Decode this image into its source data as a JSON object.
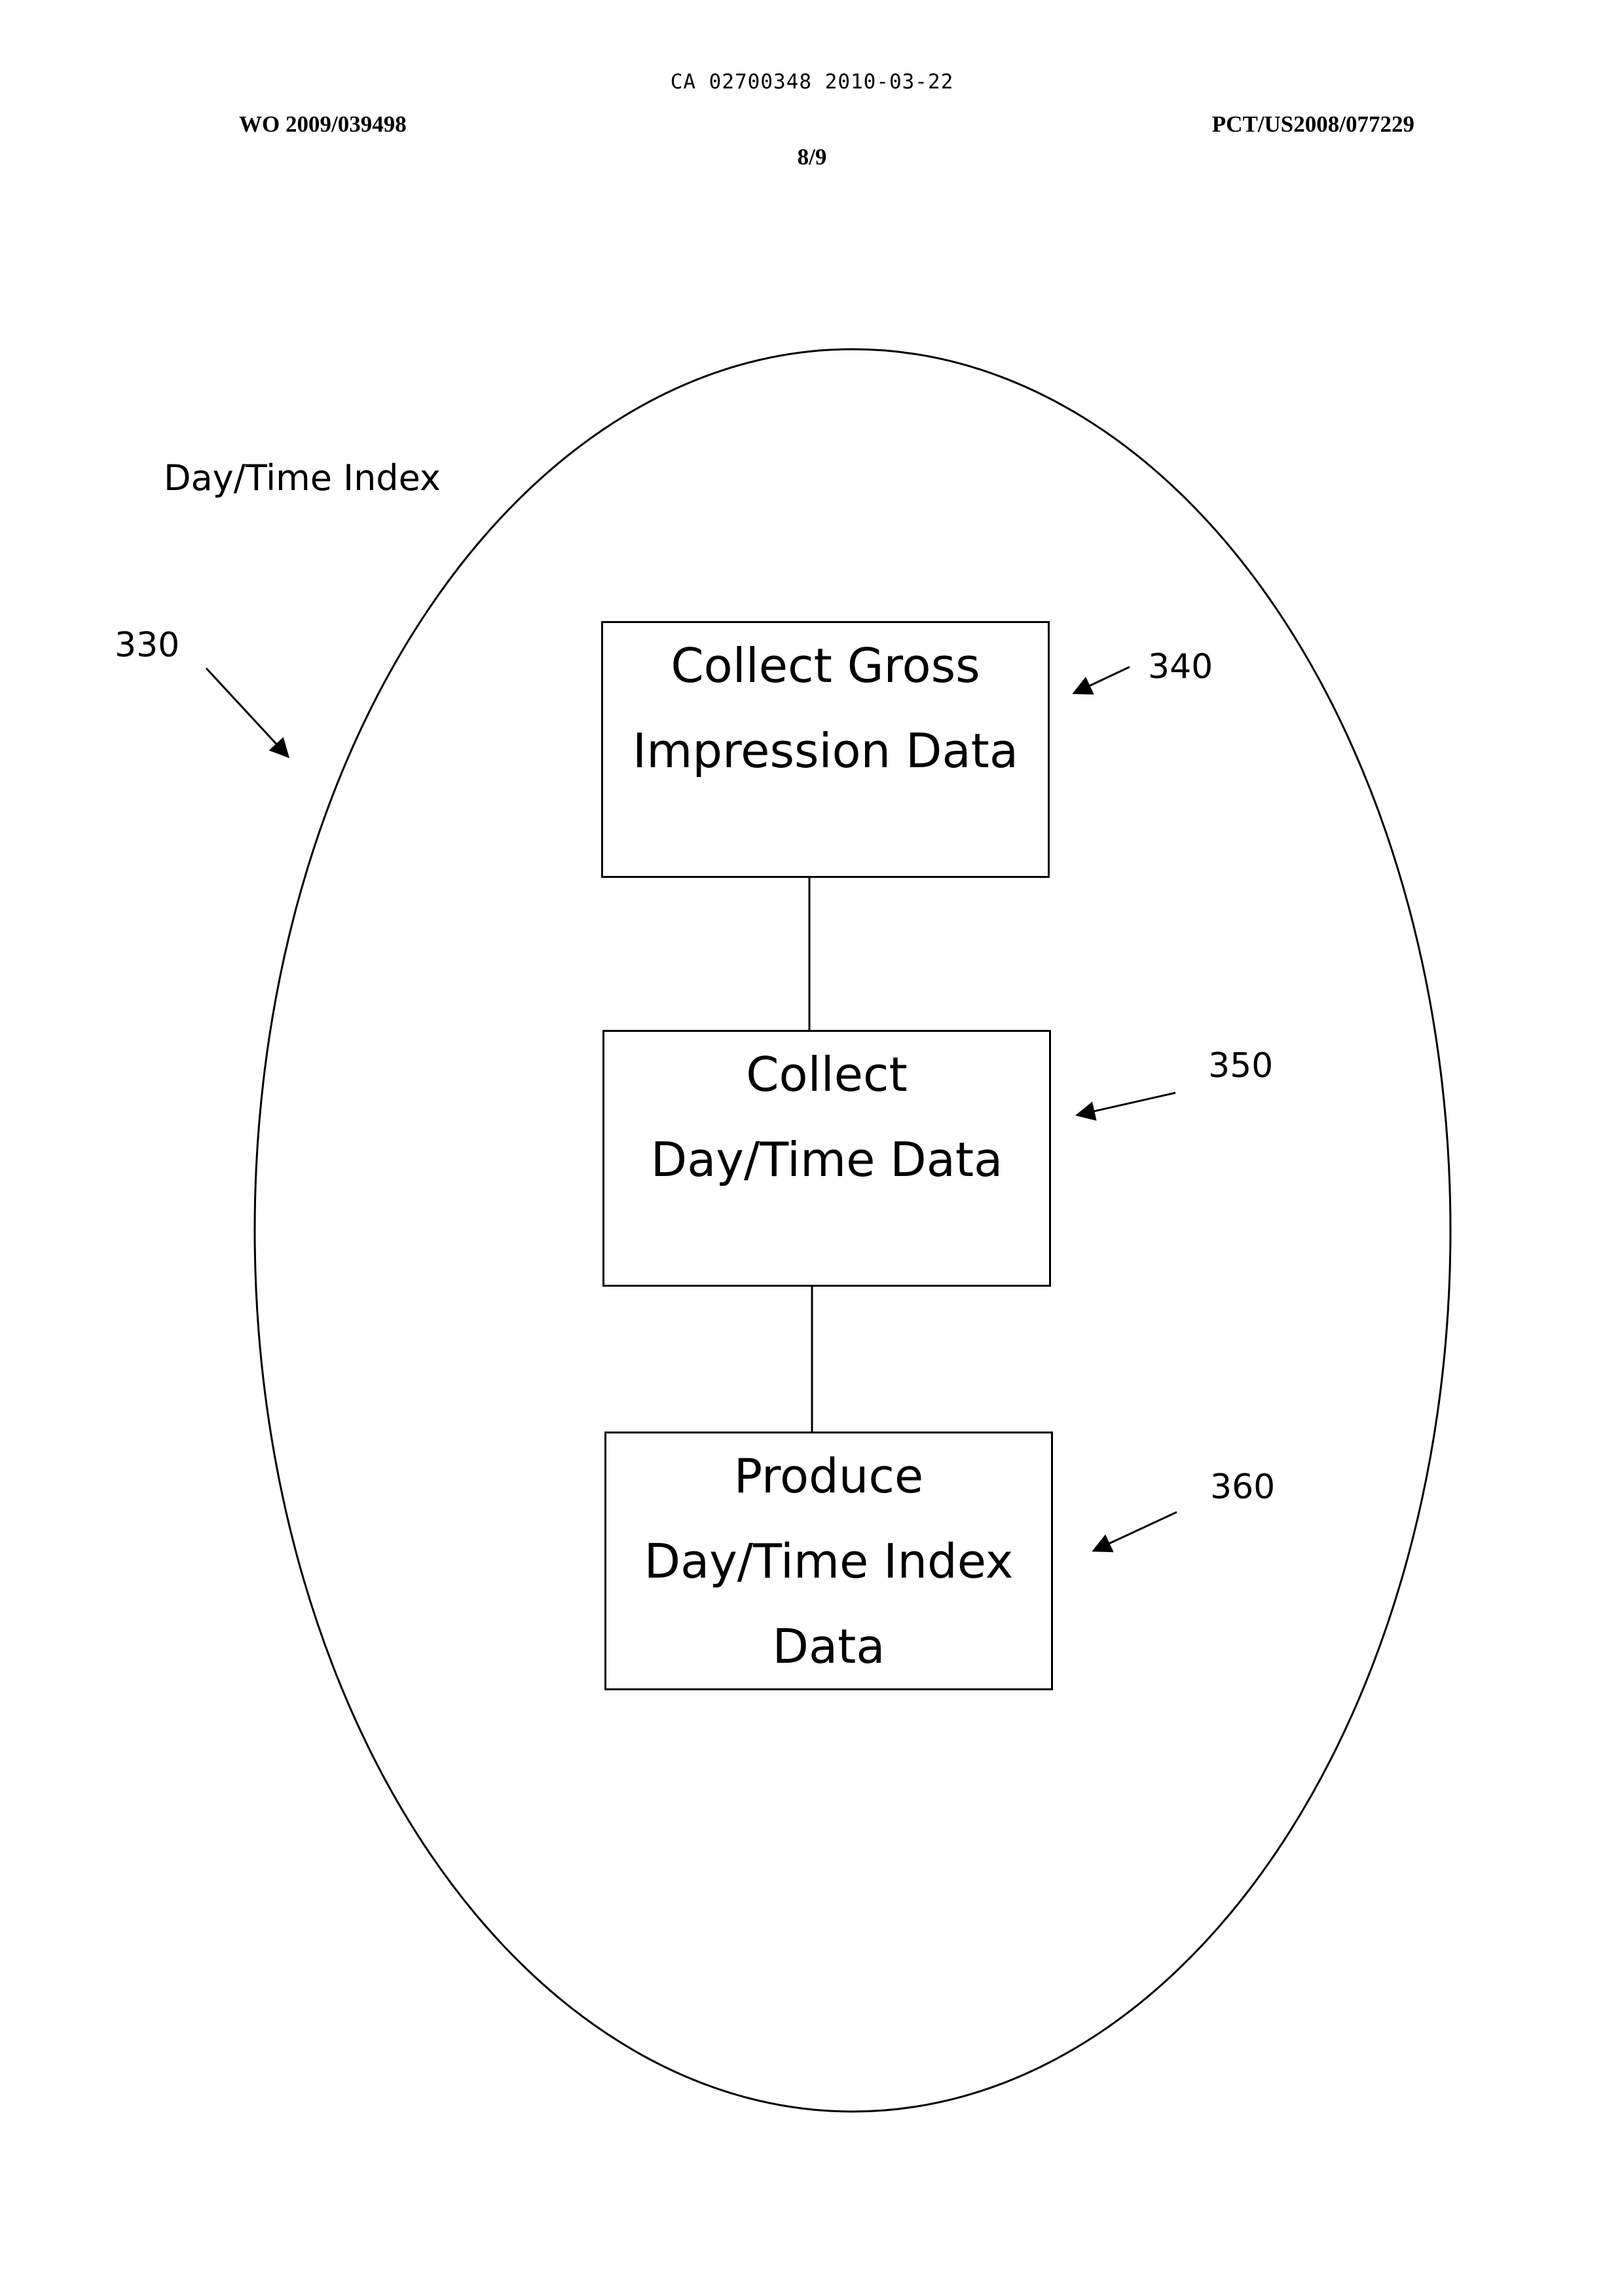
{
  "header": {
    "top_line": "CA 02700348 2010-03-22",
    "left": "WO 2009/039498",
    "right": "PCT/US2008/077229",
    "page": "8/9"
  },
  "diagram": {
    "title": "Day/Time Index",
    "outer_ref": "330",
    "steps": [
      {
        "ref": "340",
        "text": "Collect Gross\nImpression Data"
      },
      {
        "ref": "350",
        "text": "Collect\nDay/Time Data"
      },
      {
        "ref": "360",
        "text": "Produce\nDay/Time Index\nData"
      }
    ]
  }
}
